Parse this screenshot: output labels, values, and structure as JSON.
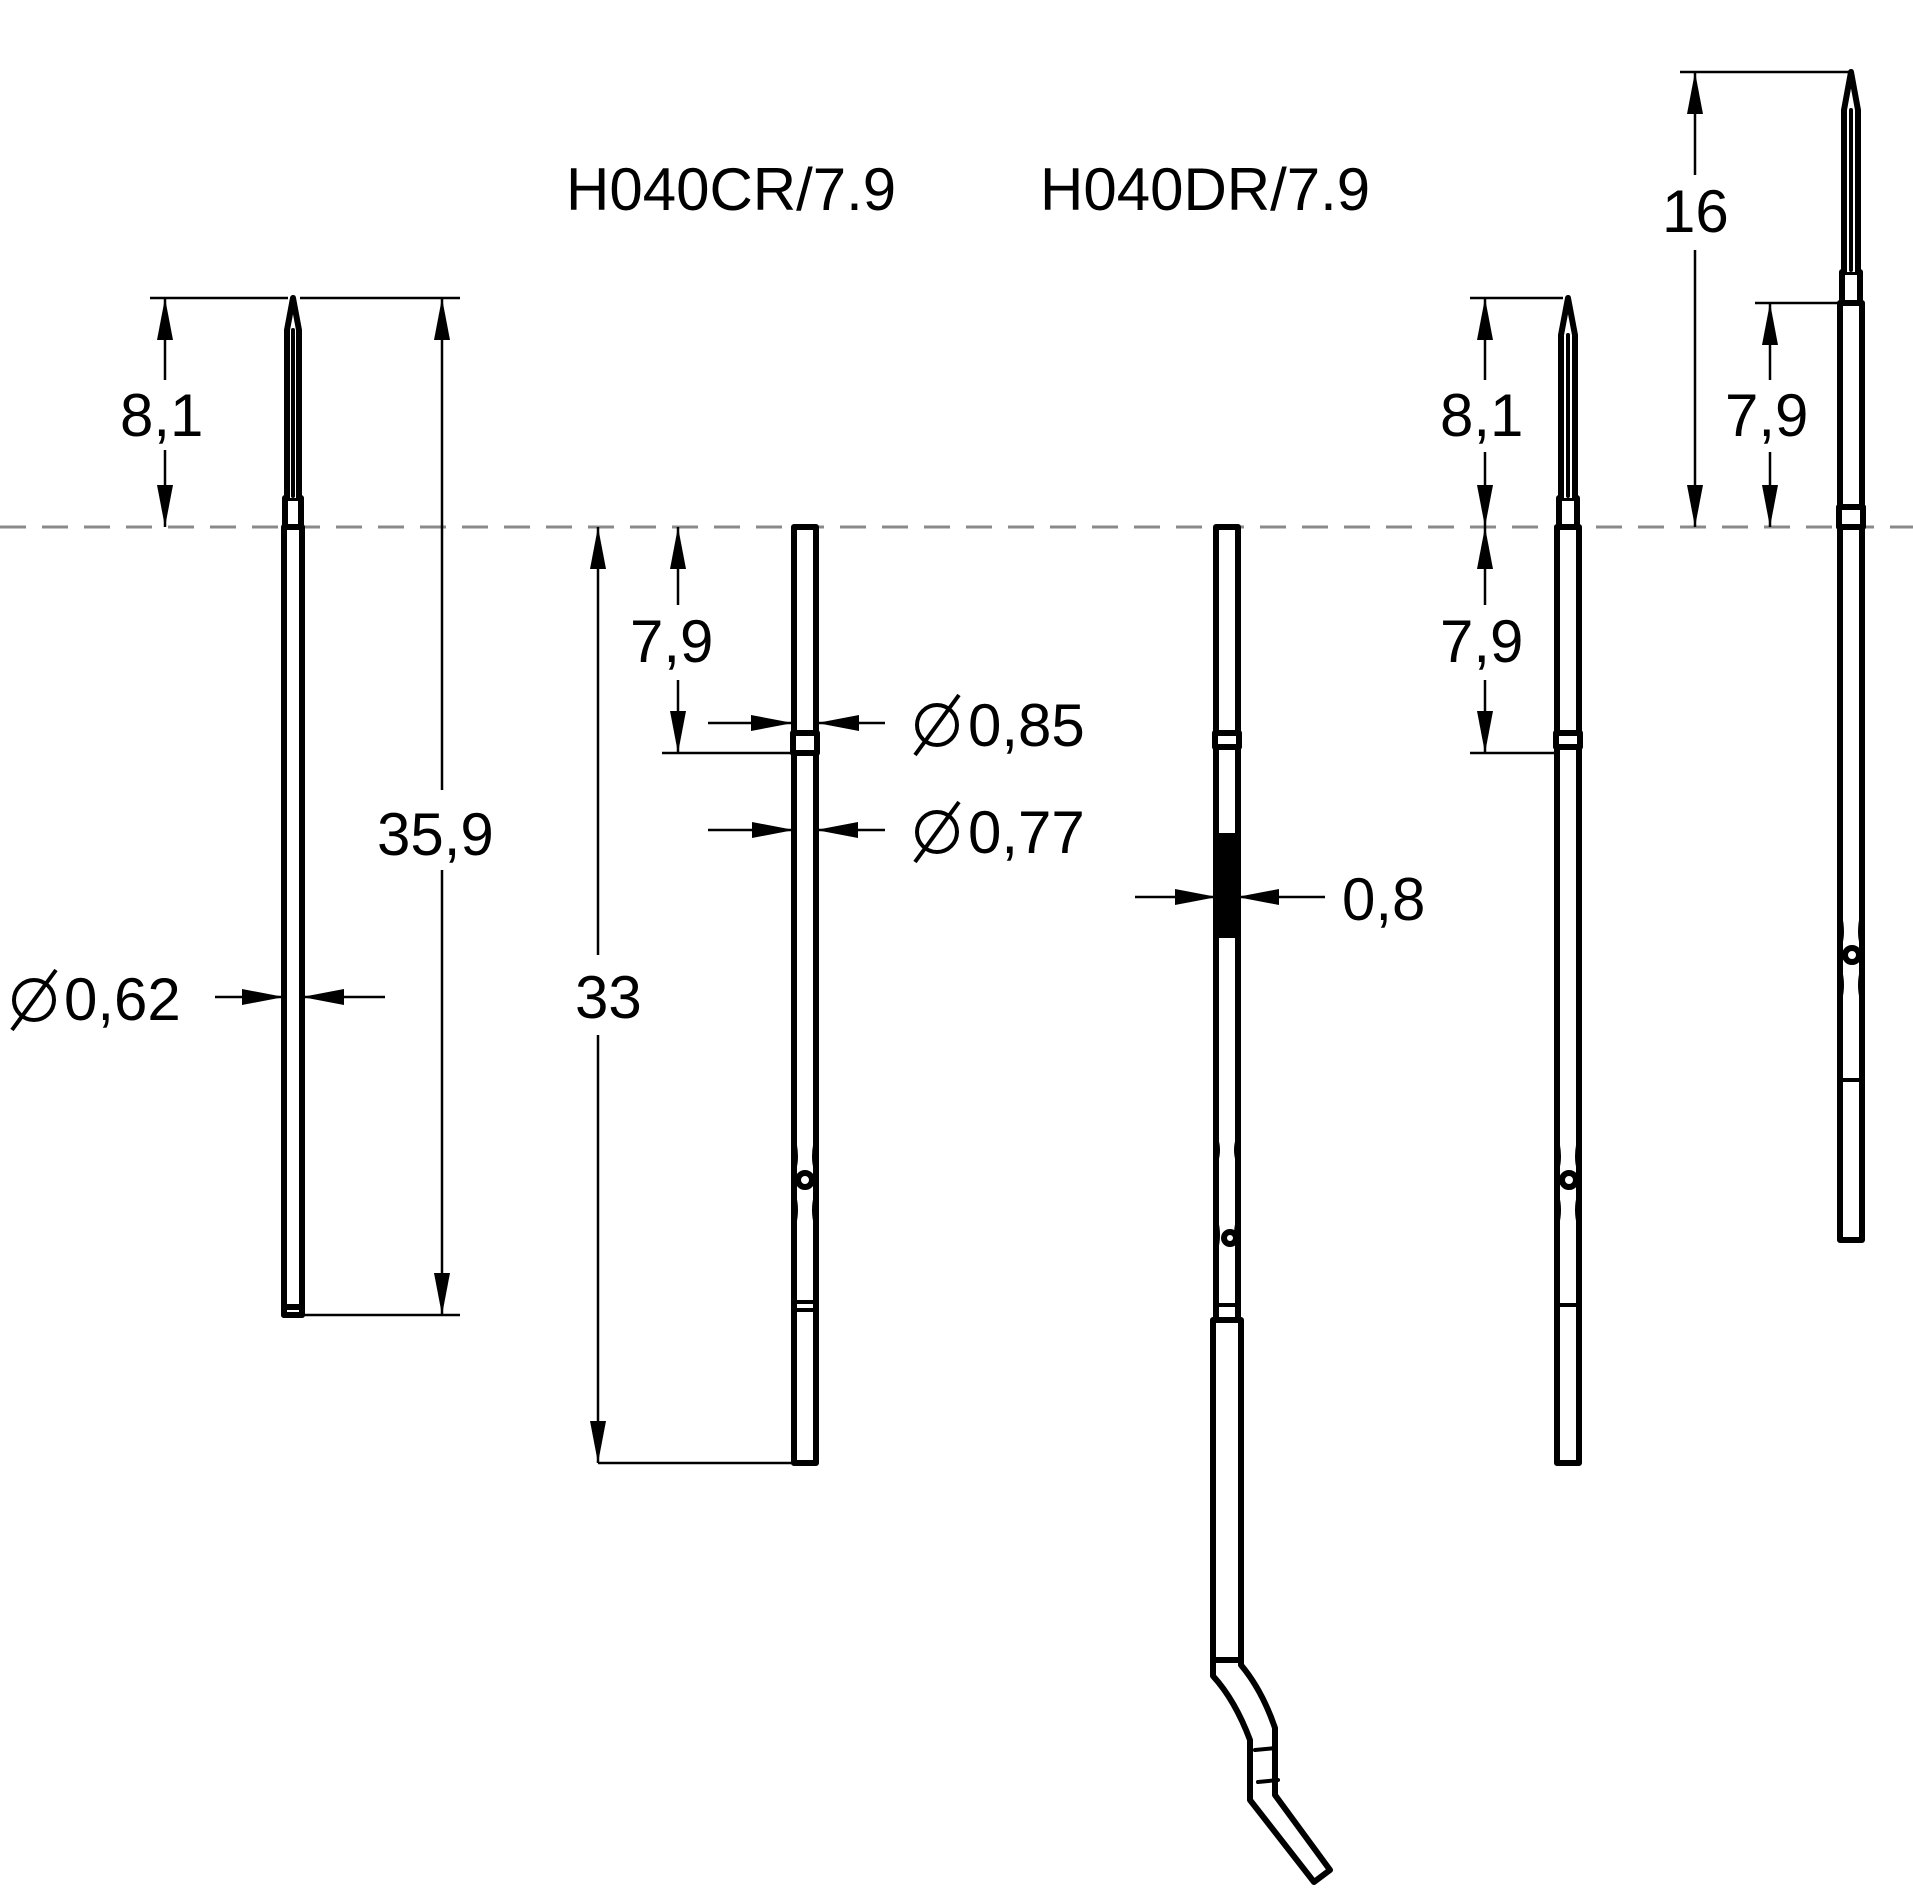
{
  "titles": {
    "left_model": "H040CR/7.9",
    "right_model": "H040DR/7.9"
  },
  "dimensions": {
    "tip_length_left": "8,1",
    "total_length_left": "35,9",
    "diameter_left": "0,62",
    "stroke_left": "7,9",
    "total_length_mid": "33",
    "diameter_collar": "0,85",
    "diameter_shaft": "0,77",
    "width_flat": "0,8",
    "tip_length_right": "8,1",
    "stroke_right": "7,9",
    "overall_right": "16",
    "stroke_far_right": "7,9"
  },
  "symbols": {
    "diameter": "diameter-symbol"
  },
  "colors": {
    "line": "#000000",
    "centerline": "#8a8a8a",
    "background": "#ffffff"
  }
}
